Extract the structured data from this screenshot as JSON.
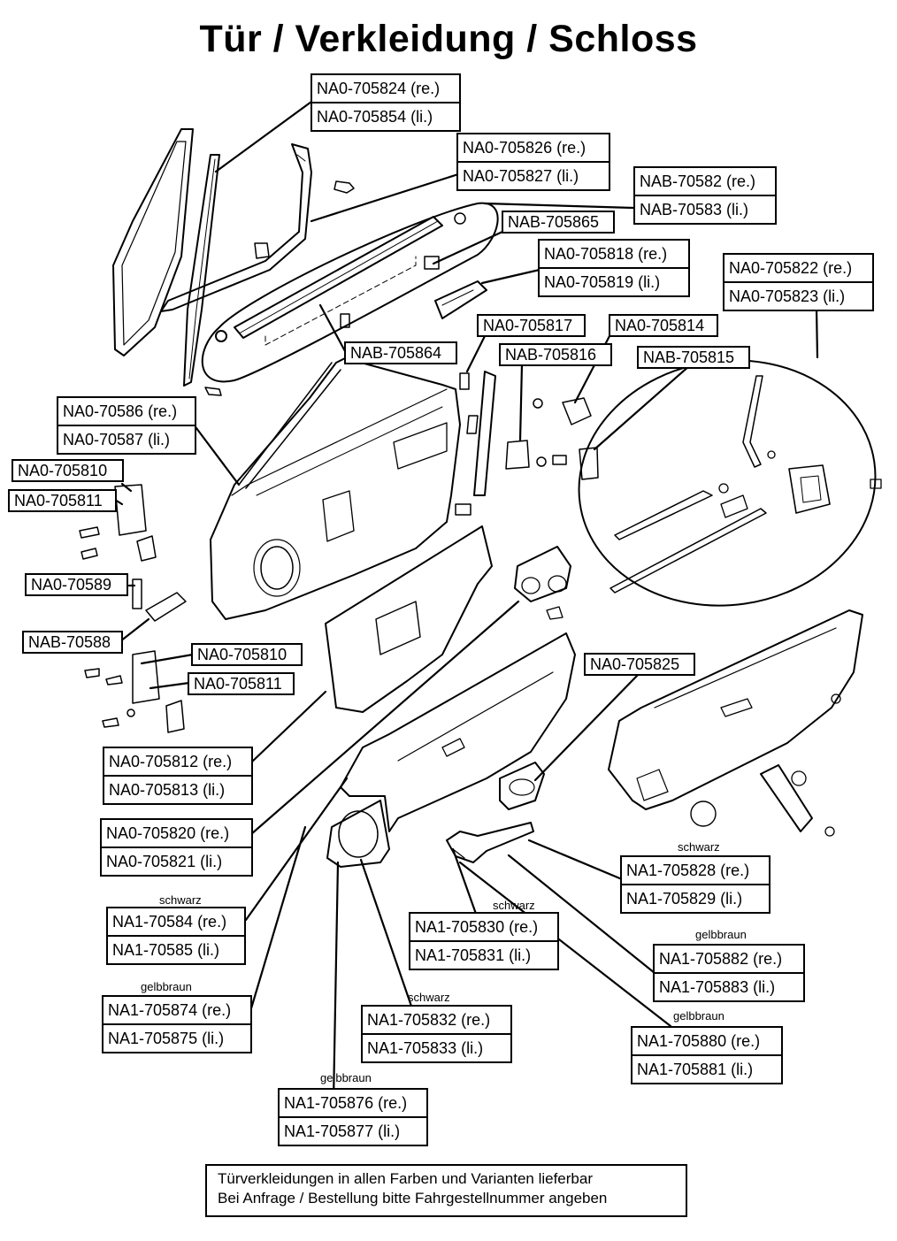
{
  "title": "Tür / Verkleidung / Schloss",
  "labels": {
    "l01": [
      "NA0-705824 (re.)",
      "NA0-705854 (li.)"
    ],
    "l02": [
      "NA0-705826 (re.)",
      "NA0-705827 (li.)"
    ],
    "l03": [
      "NAB-70582 (re.)",
      "NAB-70583 (li.)"
    ],
    "l04": [
      "NAB-705865"
    ],
    "l05": [
      "NA0-705818 (re.)",
      "NA0-705819 (li.)"
    ],
    "l06": [
      "NA0-705822 (re.)",
      "NA0-705823 (li.)"
    ],
    "l07": [
      "NA0-705817"
    ],
    "l08": [
      "NA0-705814"
    ],
    "l09": [
      "NAB-705864"
    ],
    "l10": [
      "NAB-705816"
    ],
    "l11": [
      "NAB-705815"
    ],
    "l12": [
      "NA0-70586 (re.)",
      "NA0-70587 (li.)"
    ],
    "l13": [
      "NA0-705810"
    ],
    "l14": [
      "NA0-705811"
    ],
    "l15": [
      "NA0-70589"
    ],
    "l16": [
      "NAB-70588"
    ],
    "l17": [
      "NA0-705810"
    ],
    "l18": [
      "NA0-705811"
    ],
    "l19": [
      "NA0-705825"
    ],
    "l20": [
      "NA0-705812 (re.)",
      "NA0-705813 (li.)"
    ],
    "l21": [
      "NA0-705820 (re.)",
      "NA0-705821 (li.)"
    ],
    "l22": [
      "NA1-705828 (re.)",
      "NA1-705829 (li.)"
    ],
    "l23": [
      "NA1-70584 (re.)",
      "NA1-70585 (li.)"
    ],
    "l24": [
      "NA1-705830 (re.)",
      "NA1-705831 (li.)"
    ],
    "l25": [
      "NA1-705882 (re.)",
      "NA1-705883 (li.)"
    ],
    "l26": [
      "NA1-705874 (re.)",
      "NA1-705875 (li.)"
    ],
    "l27": [
      "NA1-705832 (re.)",
      "NA1-705833 (li.)"
    ],
    "l28": [
      "NA1-705880 (re.)",
      "NA1-705881 (li.)"
    ],
    "l29": [
      "NA1-705876 (re.)",
      "NA1-705877 (li.)"
    ]
  },
  "captions": {
    "c1": "schwarz",
    "c2": "schwarz",
    "c3": "schwarz",
    "c4": "gelbbraun",
    "c5": "gelbbraun",
    "c6": "schwarz",
    "c7": "gelbbraun",
    "c8": "gelbbraun"
  },
  "footer": {
    "line1": "Türverkleidungen in allen Farben und Varianten lieferbar",
    "line2": "Bei Anfrage / Bestellung bitte Fahrgestellnummer angeben"
  }
}
